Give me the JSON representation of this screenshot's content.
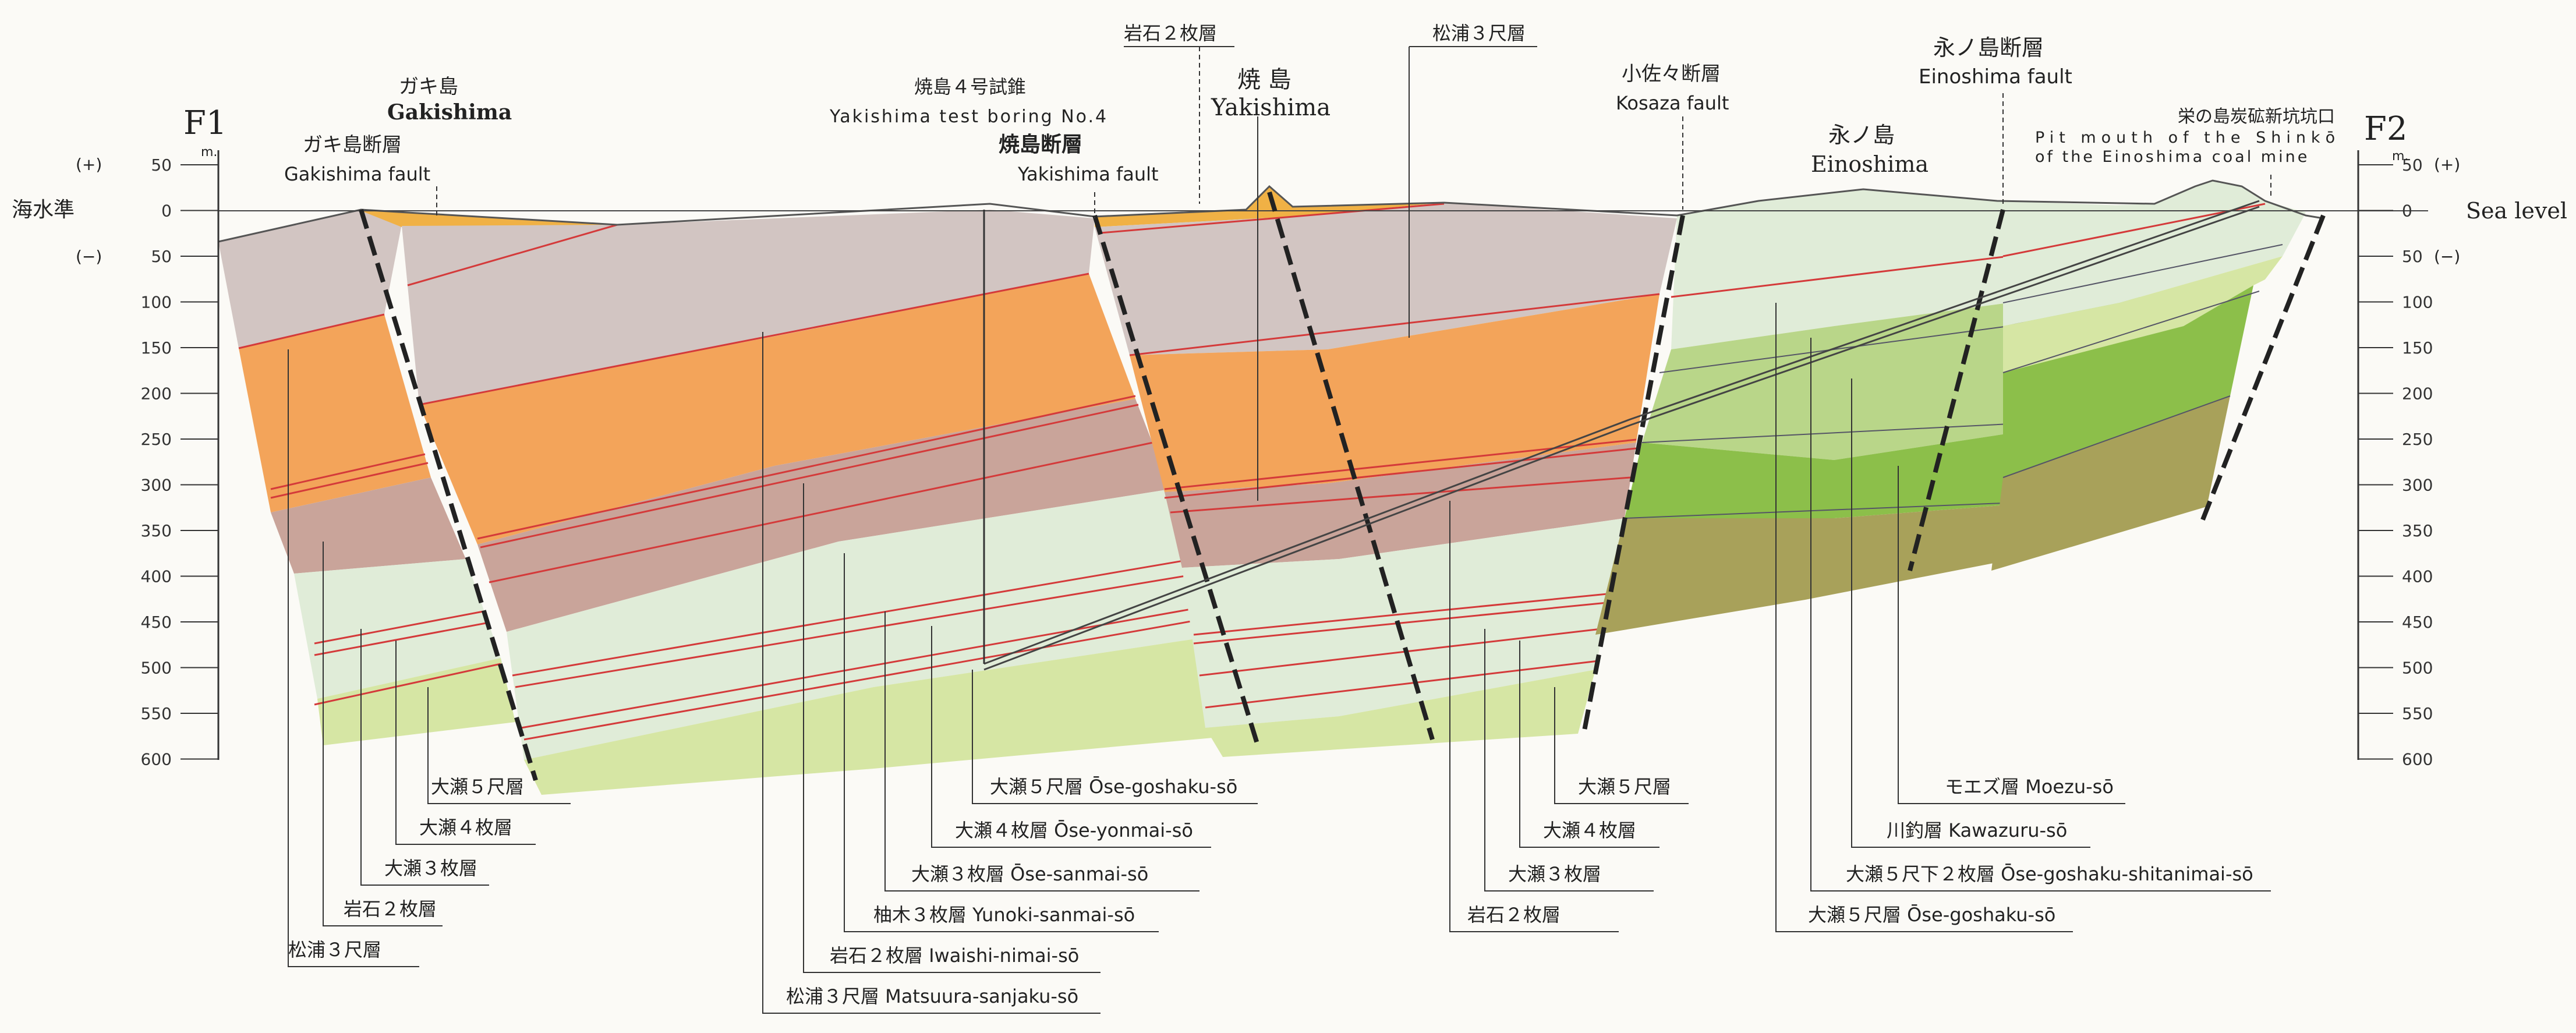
{
  "left_endpoint": "F1",
  "right_endpoint": "F2",
  "left_unit": "m.",
  "right_unit": "m.",
  "sea_level_jp": "海水準",
  "sea_level_en": "Sea level",
  "plus": "(+)",
  "minus": "(−)",
  "left_ticks": [
    "50",
    "0",
    "50",
    "100",
    "150",
    "200",
    "250",
    "300",
    "350",
    "400",
    "450",
    "500",
    "550",
    "600"
  ],
  "right_ticks": [
    "50",
    "0",
    "50",
    "100",
    "150",
    "200",
    "250",
    "300",
    "350",
    "400",
    "450",
    "500",
    "550",
    "600"
  ],
  "top_labels": {
    "gakishima_island_jp": "ガキ島",
    "gakishima_island_en": "Gakishima",
    "gakishima_fault_jp": "ガキ島断層",
    "gakishima_fault_en": "Gakishima fault",
    "boring_jp": "焼島４号試錐",
    "boring_en": "Yakishima test boring No.4",
    "iwaishi_top": "岩石２枚層",
    "yakishima_fault_jp": "焼島断層",
    "yakishima_fault_en": "Yakishima fault",
    "yakishima_island_jp": "焼 島",
    "yakishima_island_en": "Yakishima",
    "matsuura_top": "松浦３尺層",
    "kosaza_fault_jp": "小佐々断層",
    "kosaza_fault_en": "Kosaza fault",
    "einoshima_fault_jp": "永ノ島断層",
    "einoshima_fault_en": "Einoshima fault",
    "einoshima_island_jp": "永ノ島",
    "einoshima_island_en": "Einoshima",
    "mine_jp": "栄の島炭砿新坑坑口",
    "mine_en_1": "Pit mouth of the Shinkō",
    "mine_en_2": "of the Einoshima coal mine"
  },
  "bottom_labels": {
    "b1": "大瀬５尺層",
    "b2": "大瀬４枚層",
    "b3": "大瀬３枚層",
    "b4": "岩石２枚層",
    "b5": "松浦３尺層",
    "c1": "大瀬５尺層 Ōse-goshaku-sō",
    "c2": "大瀬４枚層 Ōse-yonmai-sō",
    "c3": "大瀬３枚層 Ōse-sanmai-sō",
    "c4": "柚木３枚層 Yunoki-sanmai-sō",
    "c5": "岩石２枚層 Iwaishi-nimai-sō",
    "c6": "松浦３尺層 Matsuura-sanjaku-sō",
    "d1": "大瀬５尺層",
    "d2": "大瀬４枚層",
    "d3": "大瀬３枚層",
    "d4": "岩石２枚層",
    "e1": "モエズ層 Moezu-sō",
    "e2": "川釣層 Kawazuru-sō",
    "e3": "大瀬５尺下２枚層 Ōse-goshaku-shitanimai-sō",
    "e4": "大瀬５尺層 Ōse-goshaku-sō"
  },
  "colors": {
    "grey_mauve": "#d2c5c2",
    "orange": "#f3a45a",
    "brown": "#c9a49a",
    "pale_green": "#e0ecd8",
    "yellow_green": "#d6e6a4",
    "mid_green": "#b9d689",
    "bright_green": "#8cbf4a",
    "olive": "#a8a15a",
    "surface_orange": "#f0b145",
    "coal_red": "#d43a3a"
  }
}
